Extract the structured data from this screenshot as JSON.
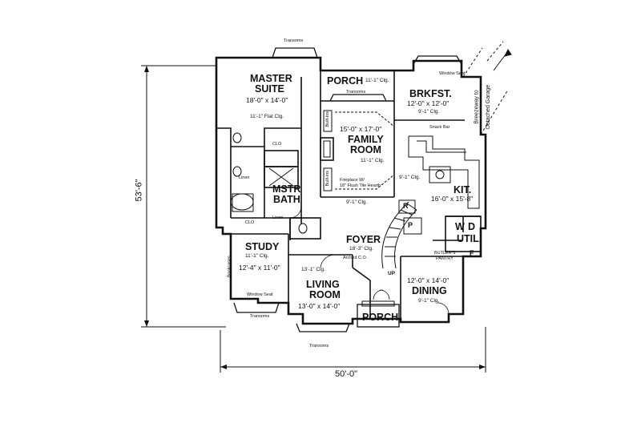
{
  "overall": {
    "width": "50'-0\"",
    "depth": "53'-6\""
  },
  "rooms": {
    "master": {
      "name1": "MASTER",
      "name2": "SUITE",
      "dims": "18'-0\" x 14'-0\"",
      "clg": "11'-1\" Flat Clg."
    },
    "porch_rear": {
      "name": "PORCH",
      "clg": "11'-1\" Clg."
    },
    "brkfst": {
      "name": "BRKFST.",
      "dims": "12'-0\" x 12'-0\"",
      "clg": "9'-1\" Clg."
    },
    "family": {
      "dims": "15'-0\" x 17'-0\"",
      "name1": "FAMILY",
      "name2": "ROOM",
      "clg": "11'-1\" Clg."
    },
    "mstr_bath": {
      "name1": "MSTR",
      "name2": "BATH"
    },
    "kit": {
      "name": "KIT.",
      "dims": "16'-0\" x 15'-8\""
    },
    "study": {
      "name": "STUDY",
      "clg": "11'-1\" Clg.",
      "dims": "12'-4\" x 11'-0\""
    },
    "foyer": {
      "name": "FOYER",
      "clg": "18'-3\" Clg."
    },
    "living": {
      "clg": "13'-1\" Clg.",
      "name1": "LIVING",
      "name2": "ROOM",
      "dims": "13'-0\" x 14'-0\""
    },
    "dining": {
      "dims": "12'-0\" x 14'-0\"",
      "name": "DINING",
      "clg": "9'-1\" Clg."
    },
    "porch_front": {
      "name": "PORCH"
    },
    "util": {
      "name": "UTIL.",
      "w": "W",
      "d": "D",
      "f": "F"
    }
  },
  "labels": {
    "transoms": "Transoms",
    "window_seat": "Window Seat",
    "clo": "CLO",
    "linen": "Linen",
    "built_ins": "Built-ins",
    "fireplace1": "Fireplace W/",
    "fireplace2": "18\" Flush Tile Hearth",
    "snack_bar": "Snack Bar",
    "clg_9_1": "9'-1\" Clg.",
    "arched_co": "Arched C.O.",
    "butlers1": "BUTLER'S",
    "butlers2": "PANTRY",
    "up": "UP",
    "r": "R",
    "p": "P",
    "breezeway1": "Breezeway to",
    "breezeway2": "Detached Garage",
    "bookcases": "Bookcases"
  }
}
